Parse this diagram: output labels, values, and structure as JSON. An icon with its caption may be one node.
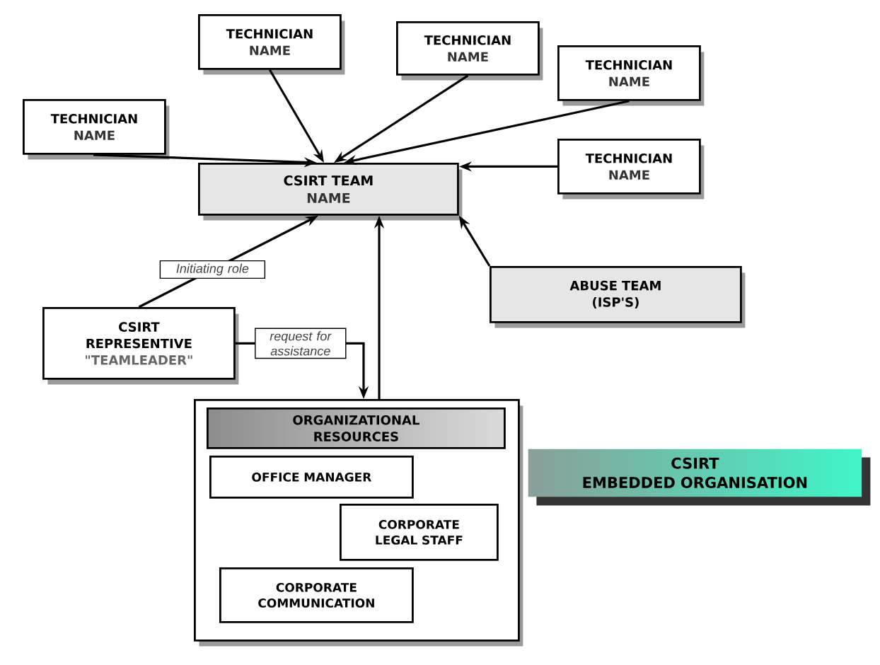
{
  "diagram": {
    "nodes": [
      {
        "text": [
          "TECHNICIAN",
          "NAME"
        ]
      },
      {
        "text": [
          "TECHNICIAN",
          "NAME"
        ]
      },
      {
        "text": [
          "TECHNICIAN",
          "NAME"
        ]
      },
      {
        "text": [
          "TECHNICIAN",
          "NAME"
        ]
      },
      {
        "text": [
          "TECHNICIAN",
          "NAME"
        ]
      },
      {
        "text": [
          "CSIRT TEAM",
          "NAME"
        ]
      },
      {
        "text": [
          "ABUSE TEAM (ISP'S)"
        ]
      },
      {
        "text": [
          "CSIRT REPRESENTIVE",
          "\"TEAMLEADER\""
        ]
      },
      {
        "text": [],
        "shape": "box"
      },
      {
        "text": [
          "ORGANIZATIONAL RESOURCES"
        ],
        "in": 8
      },
      {
        "text": [
          "OFFICE MANAGER"
        ],
        "in": 8
      },
      {
        "text": [
          "CORPORATE LEGAL STAFF"
        ],
        "in": 8
      },
      {
        "text": [
          "CORPORATE COMMUNICATION"
        ],
        "in": 8
      },
      {
        "text": [
          "CSIRT",
          "EMBEDDED ORGANISATION"
        ]
      }
    ],
    "edges": [
      {
        "from": 0,
        "to": 5,
        "arrow": "to"
      },
      {
        "from": 1,
        "to": 5,
        "arrow": "to"
      },
      {
        "from": 2,
        "to": 5,
        "arrow": "to"
      },
      {
        "from": 3,
        "to": 5,
        "arrow": "to"
      },
      {
        "from": 4,
        "to": 5,
        "arrow": "to"
      },
      {
        "from": 6,
        "to": 5,
        "arrow": "to"
      },
      {
        "from": 7,
        "to": 5,
        "arrow": "to",
        "label": "Initiating role"
      },
      {
        "from": 7,
        "to": 8,
        "arrow": "to",
        "label": "request for assistance"
      },
      {
        "from": 8,
        "to": 5,
        "arrow": "to"
      }
    ]
  }
}
